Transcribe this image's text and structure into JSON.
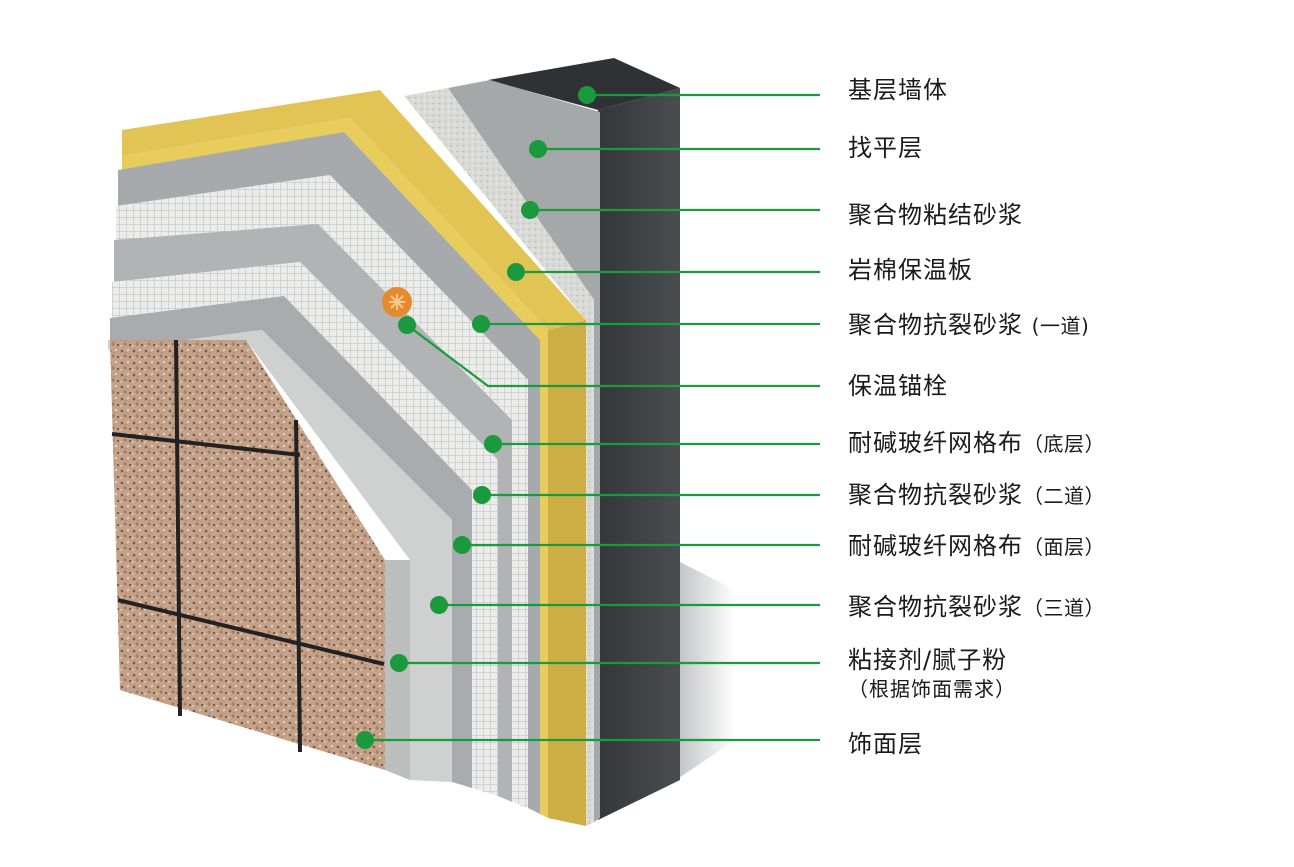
{
  "colors": {
    "leader": "#1a9a3c",
    "dot": "#1a9a3c",
    "wall": "#3a3d40",
    "wall_side": "#2a2c2e",
    "leveling": "#a9acab",
    "adhesive": "#d8d8d4",
    "rockwool": "#e6c95a",
    "rockwool_side": "#c9ac43",
    "mortar": "#a6a9ab",
    "mesh": "#e9eae8",
    "putty": "#c7c9c8",
    "stone": "#c5a28a",
    "grout": "#262626",
    "anchor": "#e6892f"
  },
  "labels": [
    {
      "id": "base-wall",
      "text": "基层墙体",
      "note": ""
    },
    {
      "id": "leveling-layer",
      "text": "找平层",
      "note": ""
    },
    {
      "id": "polymer-bonding-mortar",
      "text": "聚合物粘结砂浆",
      "note": ""
    },
    {
      "id": "rock-wool-board",
      "text": "岩棉保温板",
      "note": ""
    },
    {
      "id": "anti-crack-mortar-1",
      "text": "聚合物抗裂砂浆",
      "note": "(一道)"
    },
    {
      "id": "insulation-anchor",
      "text": "保温锚栓",
      "note": ""
    },
    {
      "id": "mesh-base",
      "text": "耐碱玻纤网格布",
      "note": "（底层）"
    },
    {
      "id": "anti-crack-mortar-2",
      "text": "聚合物抗裂砂浆",
      "note": "（二道）"
    },
    {
      "id": "mesh-face",
      "text": "耐碱玻纤网格布",
      "note": "（面层）"
    },
    {
      "id": "anti-crack-mortar-3",
      "text": "聚合物抗裂砂浆",
      "note": "（三道）"
    },
    {
      "id": "adhesive-putty",
      "text": "粘接剂/腻子粉",
      "note": ""
    },
    {
      "id": "finish-layer",
      "text": "饰面层",
      "note": ""
    }
  ],
  "sublabel": "（根据饰面需求）"
}
